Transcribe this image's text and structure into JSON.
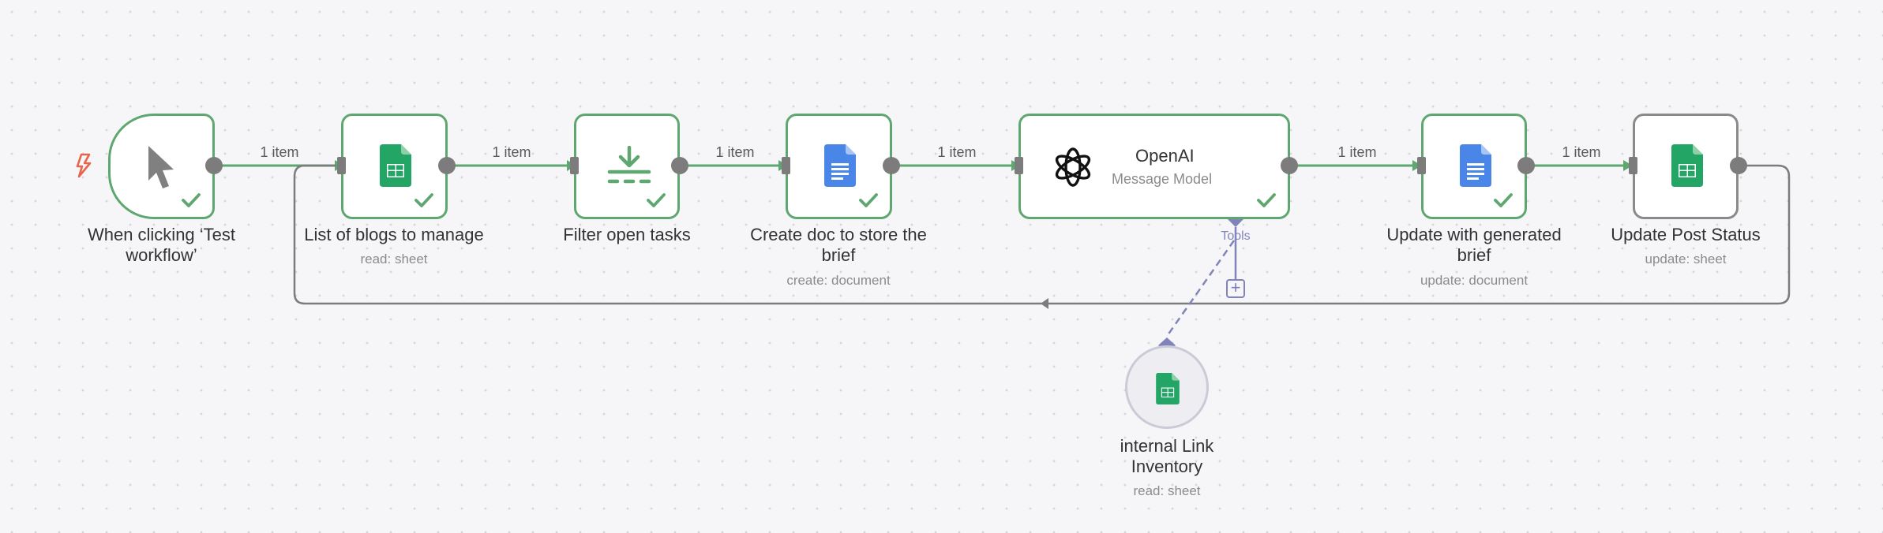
{
  "colors": {
    "success": "#5fa770",
    "connector": "#7c7c7c",
    "tool_accent": "#8184b9",
    "sheets_green": "#23a566",
    "docs_blue": "#4a86e8",
    "trigger_icon": "#e5664c"
  },
  "nodes": [
    {
      "id": "trigger",
      "title": "When clicking ‘Test workflow’",
      "subtitle": "",
      "icon": "cursor-icon"
    },
    {
      "id": "list-blogs",
      "title": "List of blogs to manage",
      "subtitle": "read: sheet",
      "icon": "google-sheets-icon"
    },
    {
      "id": "filter",
      "title": "Filter open tasks",
      "subtitle": "",
      "icon": "filter-icon"
    },
    {
      "id": "create-doc",
      "title": "Create doc to store the brief",
      "subtitle": "create: document",
      "icon": "google-docs-icon"
    },
    {
      "id": "openai",
      "title": "OpenAI",
      "subtitle": "Message Model",
      "icon": "openai-icon"
    },
    {
      "id": "update-doc",
      "title": "Update with generated brief",
      "subtitle": "update: document",
      "icon": "google-docs-icon"
    },
    {
      "id": "update-status",
      "title": "Update Post Status",
      "subtitle": "update: sheet",
      "icon": "google-sheets-icon"
    },
    {
      "id": "link-inventory",
      "title": "internal Link Inventory",
      "subtitle": "read: sheet",
      "icon": "google-sheets-icon"
    }
  ],
  "edges": [
    {
      "from": "trigger",
      "to": "list-blogs",
      "label": "1 item"
    },
    {
      "from": "list-blogs",
      "to": "filter",
      "label": "1 item"
    },
    {
      "from": "filter",
      "to": "create-doc",
      "label": "1 item"
    },
    {
      "from": "create-doc",
      "to": "openai",
      "label": "1 item"
    },
    {
      "from": "openai",
      "to": "update-doc",
      "label": "1 item"
    },
    {
      "from": "update-doc",
      "to": "update-status",
      "label": "1 item"
    }
  ],
  "tools_port_label": "Tools",
  "add_tool_symbol": "+"
}
